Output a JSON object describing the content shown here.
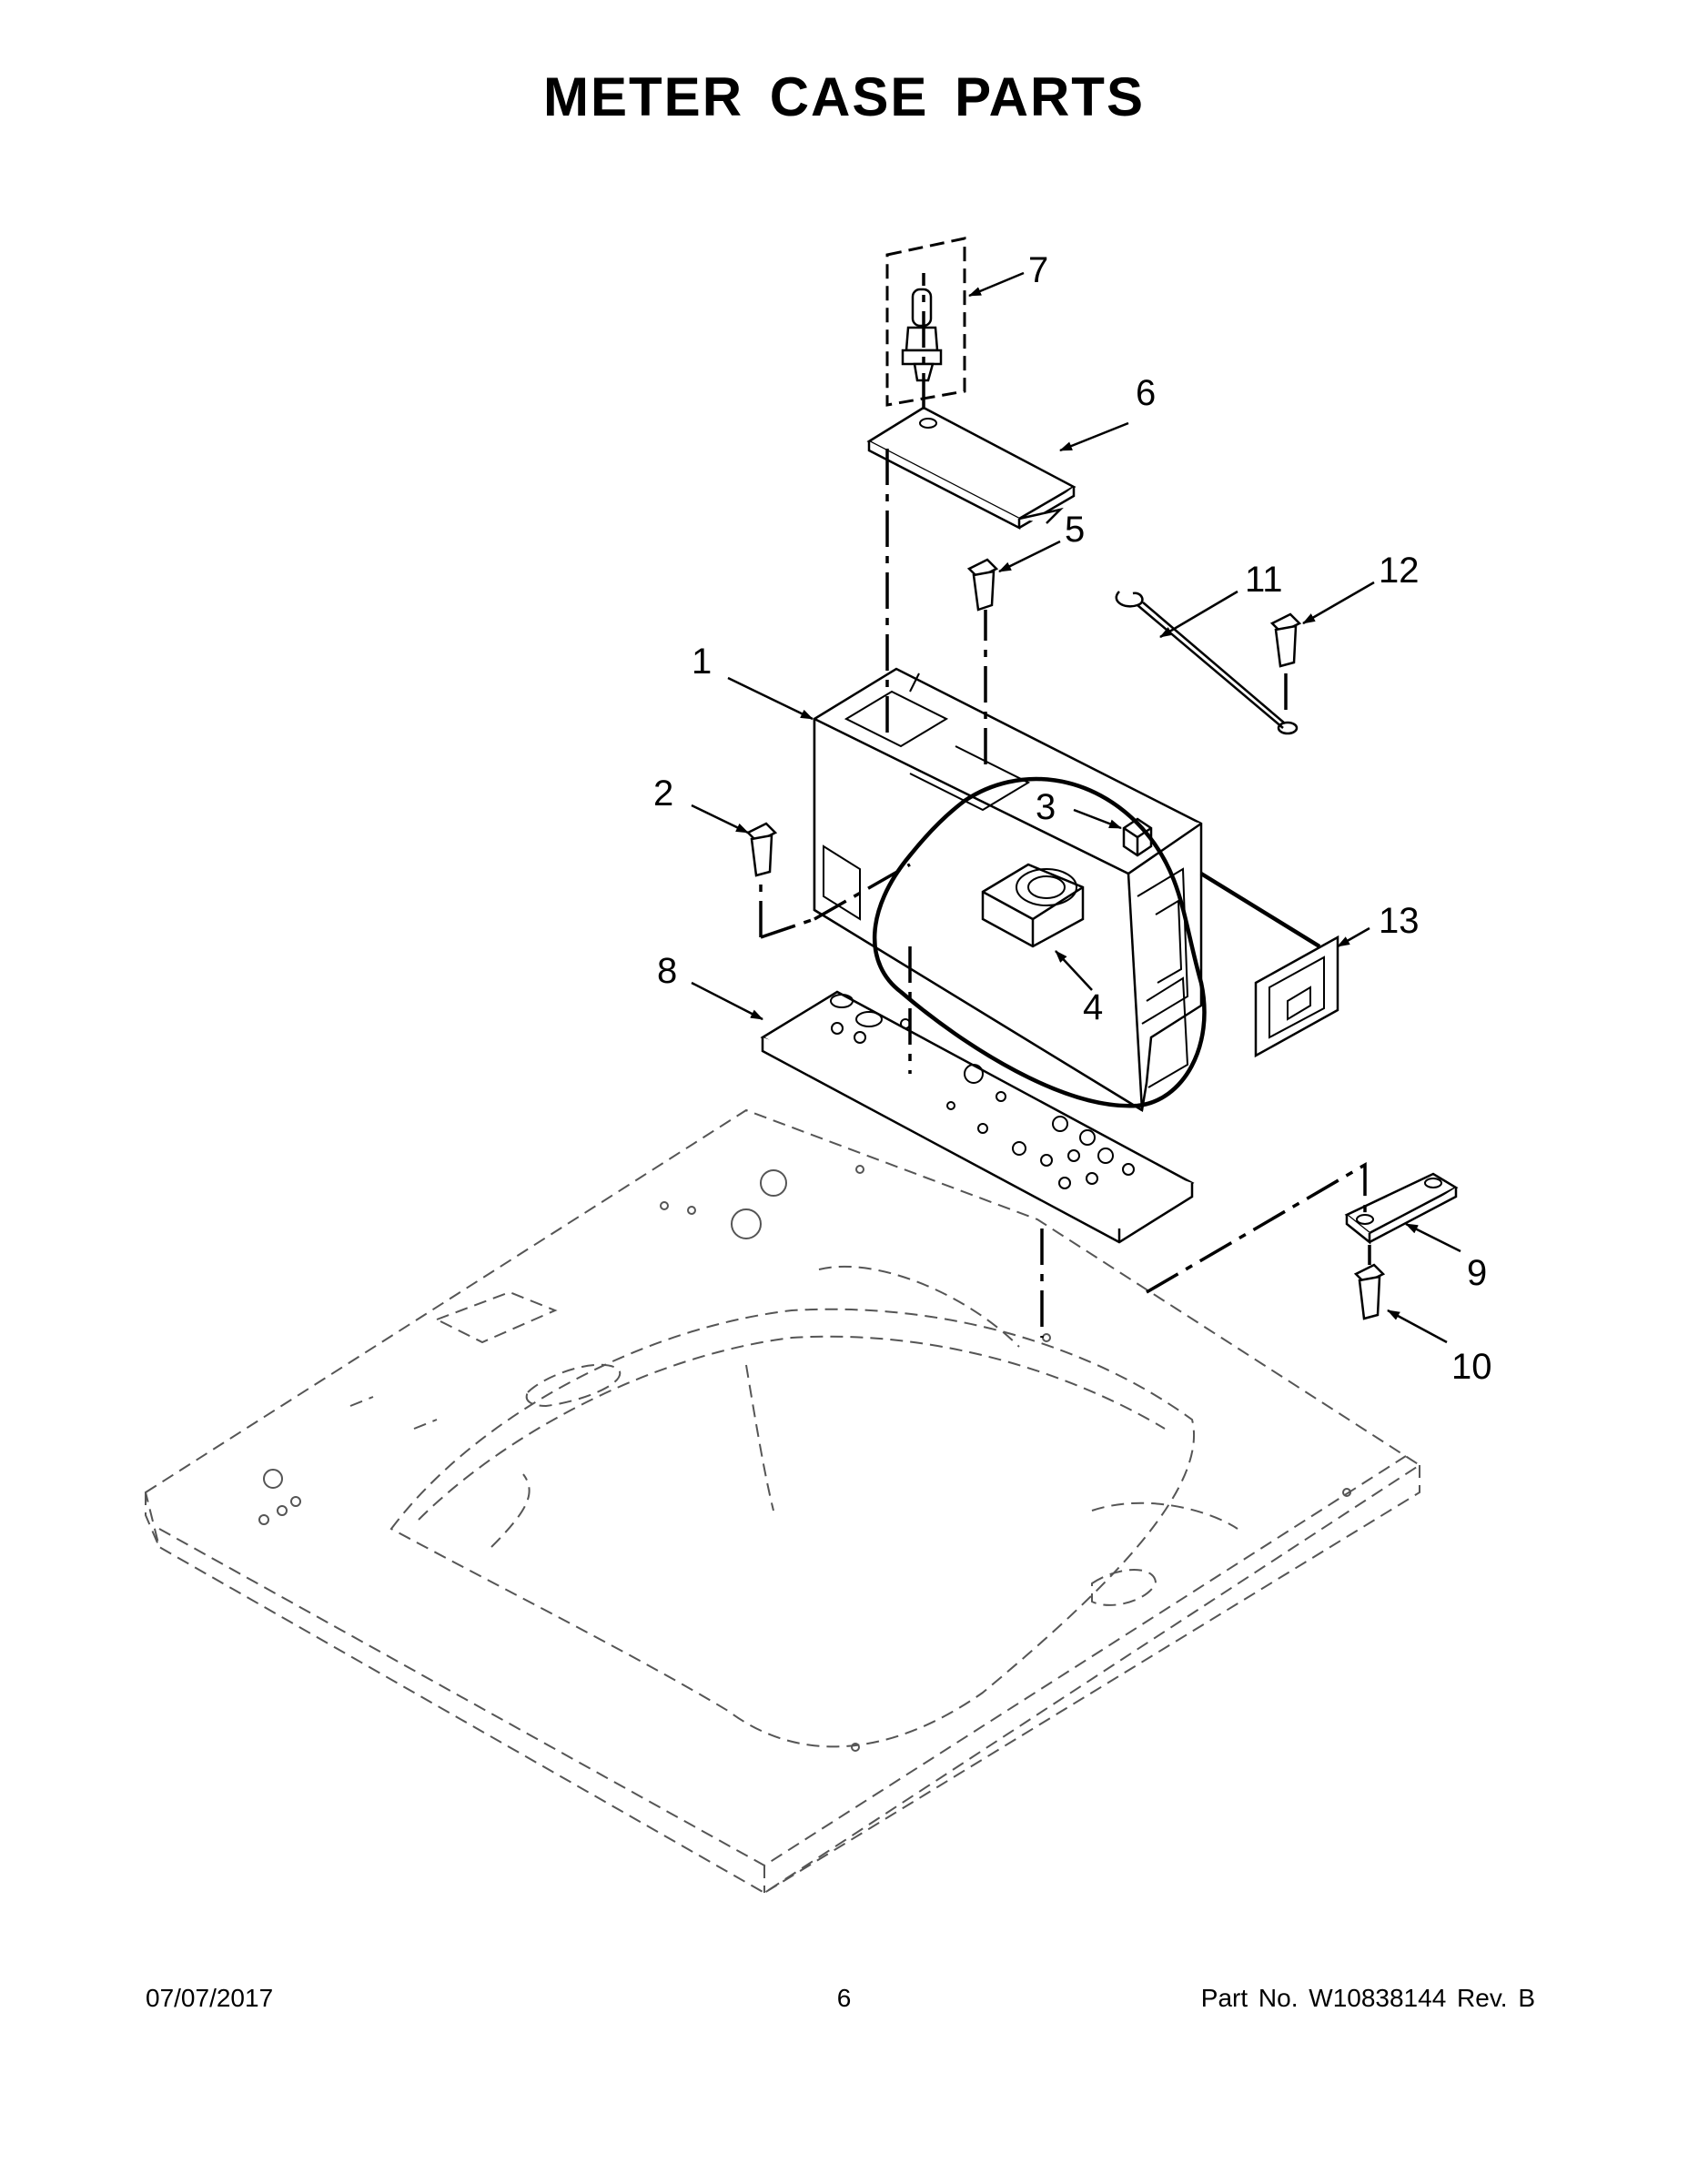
{
  "title": "METER CASE PARTS",
  "callouts": [
    "1",
    "2",
    "3",
    "4",
    "5",
    "6",
    "7",
    "8",
    "9",
    "10",
    "11",
    "12",
    "13"
  ],
  "footer": {
    "date": "07/07/2017",
    "page": "6",
    "part": "Part No.  W10838144  Rev.  B"
  }
}
